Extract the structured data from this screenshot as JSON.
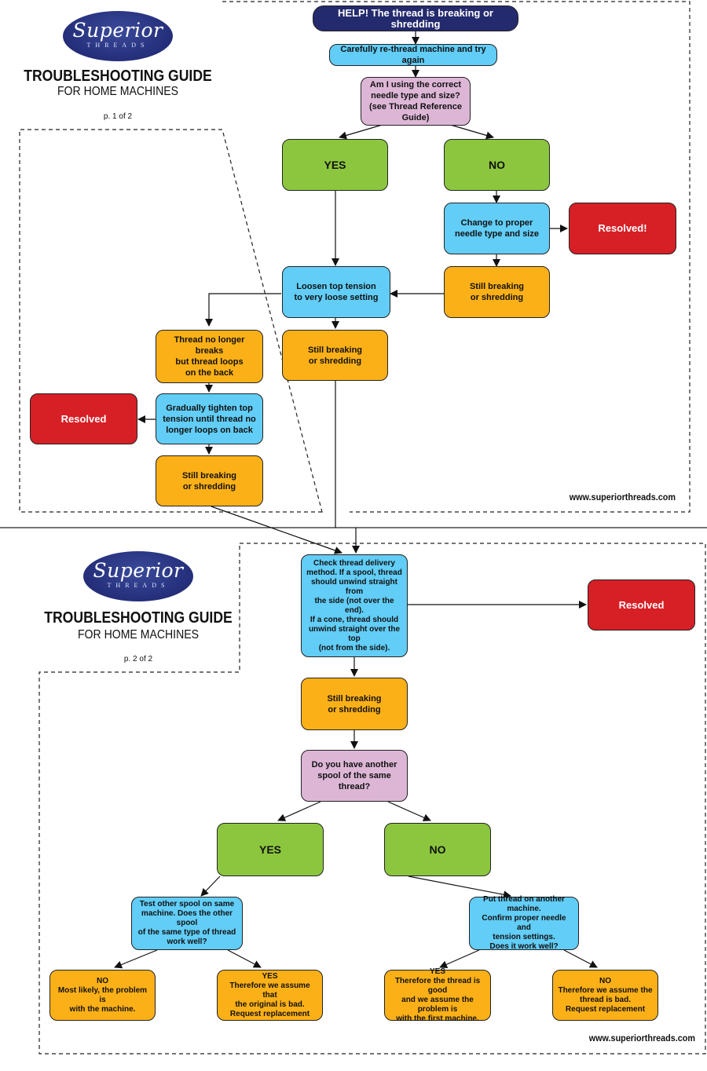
{
  "brand": {
    "wordmark": "Superior",
    "subword": "THREADS"
  },
  "page1": {
    "title": "TROUBLESHOOTING GUIDE",
    "subtitle": "FOR HOME MACHINES",
    "page_label": "p. 1 of 2",
    "url": "www.superiorthreads.com",
    "nodes": {
      "help": "HELP!  The thread is breaking or shredding",
      "rethread": "Carefully re-thread machine and try again",
      "needle_q": "Am I using the correct\nneedle type and size?\n(see Thread Reference Guide)",
      "yes": "YES",
      "no": "NO",
      "change_needle": "Change to proper\nneedle type and size",
      "resolved_top": "Resolved!",
      "still_right": "Still breaking\nor shredding",
      "loosen": "Loosen top tension\nto very loose setting",
      "loops": "Thread no longer breaks\nbut thread loops\non the back",
      "still_mid": "Still breaking\nor shredding",
      "tighten": "Gradually tighten top\ntension until thread no\nlonger loops on back",
      "resolved_left": "Resolved",
      "still_left": "Still breaking\nor shredding"
    }
  },
  "page2": {
    "title": "TROUBLESHOOTING GUIDE",
    "subtitle": "FOR HOME MACHINES",
    "page_label": "p. 2 of 2",
    "url": "www.superiorthreads.com",
    "nodes": {
      "delivery": "Check thread delivery\nmethod.  If a spool, thread\nshould unwind straight from\nthe side (not over the end).\nIf a cone, thread should\nunwind straight over the top\n(not from the side).",
      "resolved": "Resolved",
      "still": "Still breaking\nor shredding",
      "spool_q": "Do you have another\nspool of the same thread?",
      "yes": "YES",
      "no": "NO",
      "test_spool": "Test other spool on same\nmachine.  Does the other spool\nof the same type of thread\nwork well?",
      "other_machine": "Put thread on another machine.\nConfirm proper needle and\ntension settings.\nDoes it work well?",
      "ll_no": "NO\nMost likely, the problem is\nwith the machine.",
      "ll_yes": "YES\nTherefore we assume that\nthe original is bad.\nRequest replacement",
      "rr_yes": "YES\nTherefore the thread is good\nand we assume the problem is\nwith the first machine.",
      "rr_no": "NO\nTherefore we assume the\nthread is bad.\nRequest replacement"
    }
  },
  "colors": {
    "decision": "#ddb6d6",
    "action": "#62cdf6",
    "status": "#fbb018",
    "yes_no": "#8cc63f",
    "resolved": "#d71f26",
    "start": "#232a6d"
  }
}
